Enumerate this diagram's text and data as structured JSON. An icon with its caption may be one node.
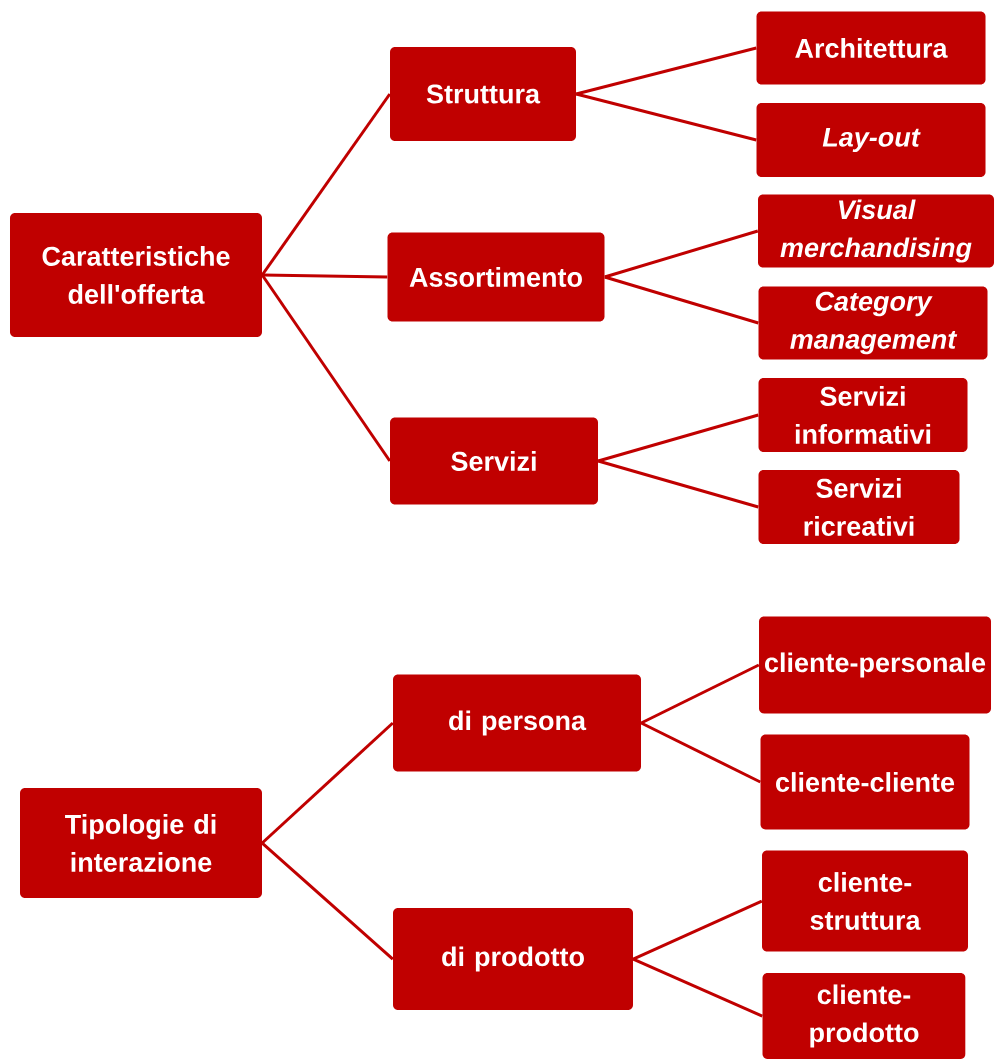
{
  "diagram": {
    "nodes": [
      {
        "text": [
          "Caratteristiche dell'offerta"
        ]
      },
      {
        "text": [
          "Struttura"
        ]
      },
      {
        "text": [
          "Architettura"
        ]
      },
      {
        "text": [
          "Lay-out"
        ]
      },
      {
        "text": [
          "Assortimento"
        ]
      },
      {
        "text": [
          "Visual merchandising"
        ]
      },
      {
        "text": [
          "Category management"
        ]
      },
      {
        "text": [
          "Servizi"
        ]
      },
      {
        "text": [
          "Servizi informativi"
        ]
      },
      {
        "text": [
          "Servizi ricreativi"
        ]
      },
      {
        "text": [
          "Tipologie di interazione"
        ]
      },
      {
        "text": [
          "di persona"
        ]
      },
      {
        "text": [
          "cliente-personale"
        ]
      },
      {
        "text": [
          "cliente-cliente"
        ]
      },
      {
        "text": [
          "di prodotto"
        ]
      },
      {
        "text": [
          "cliente-struttura"
        ]
      },
      {
        "text": [
          "cliente-prodotto"
        ]
      }
    ],
    "edges": [
      {
        "from": 0,
        "to": 1,
        "arrow": "none"
      },
      {
        "from": 0,
        "to": 4,
        "arrow": "none"
      },
      {
        "from": 0,
        "to": 7,
        "arrow": "none"
      },
      {
        "from": 1,
        "to": 2,
        "arrow": "none"
      },
      {
        "from": 1,
        "to": 3,
        "arrow": "none"
      },
      {
        "from": 4,
        "to": 5,
        "arrow": "none"
      },
      {
        "from": 4,
        "to": 6,
        "arrow": "none"
      },
      {
        "from": 7,
        "to": 8,
        "arrow": "none"
      },
      {
        "from": 7,
        "to": 9,
        "arrow": "none"
      },
      {
        "from": 10,
        "to": 11,
        "arrow": "none"
      },
      {
        "from": 10,
        "to": 14,
        "arrow": "none"
      },
      {
        "from": 11,
        "to": 12,
        "arrow": "none"
      },
      {
        "from": 11,
        "to": 13,
        "arrow": "none"
      },
      {
        "from": 14,
        "to": 15,
        "arrow": "none"
      },
      {
        "from": 14,
        "to": 16,
        "arrow": "none"
      }
    ]
  }
}
